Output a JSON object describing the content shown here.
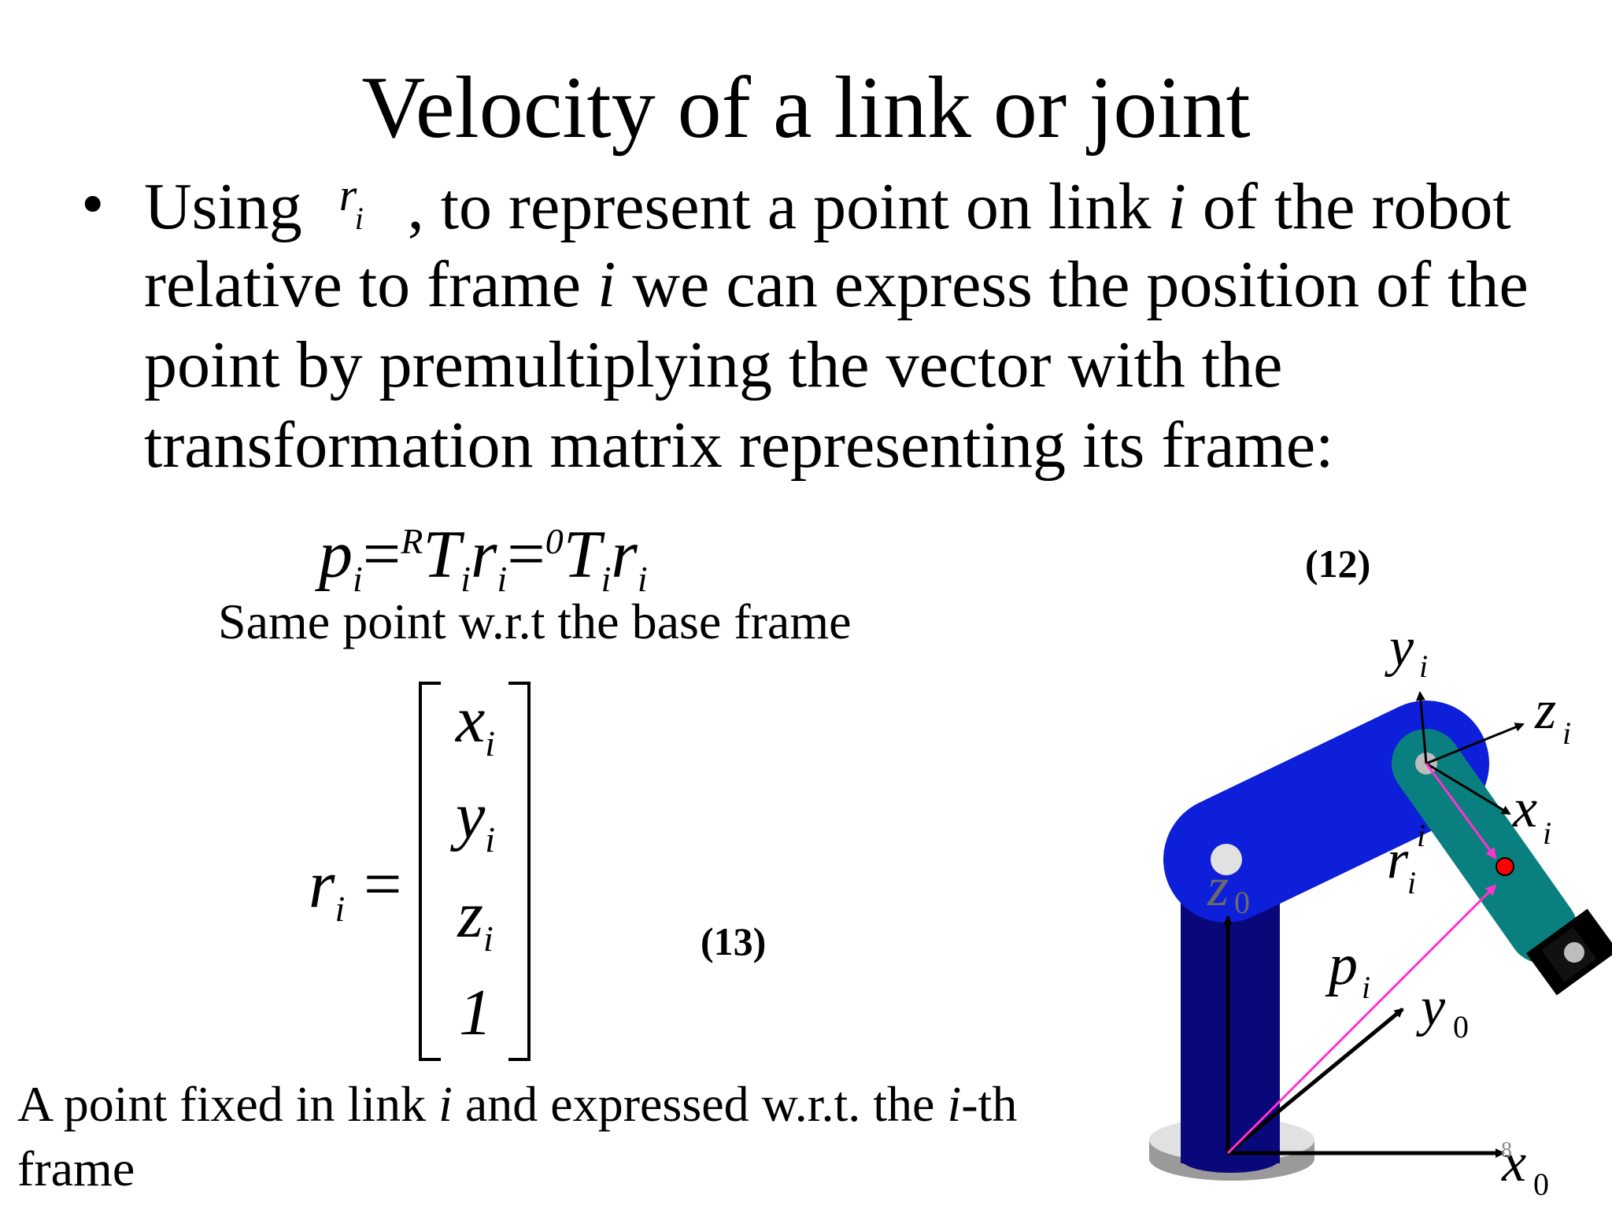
{
  "slide": {
    "title": "Velocity of a link or joint",
    "bullet": {
      "symbol": "•",
      "line1_pre": "Using ",
      "line1_symbol_r": "r",
      "line1_symbol_sub": "i",
      "line1_post_a": " , to represent a point on link ",
      "line1_i": "i",
      "line1_post_b": " of the robot",
      "line2_pre": "relative to frame ",
      "line2_i": "i",
      "line2_post": " we can express the position of the",
      "line3": "point by premultiplying the vector with the",
      "line4": "transformation matrix representing its frame:"
    },
    "equation12": {
      "p": "p",
      "sub_i": "i",
      "eq": "=",
      "sup_R": "R",
      "T": "T",
      "r": "r",
      "sup_0": "0",
      "number": "(12)"
    },
    "caption_base": "Same point w.r.t the base frame",
    "equation13": {
      "lhs_r": "r",
      "lhs_sub": "i",
      "eq": "=",
      "x": "x",
      "y": "y",
      "z": "z",
      "sub": "i",
      "one": "1",
      "number": "(13)"
    },
    "caption_bottom": {
      "pre": "A point fixed in link ",
      "i1": "i",
      "mid": " and expressed w.r.t. the ",
      "i2": "i",
      "post": "-th",
      "line2": "frame"
    },
    "page_number": "8",
    "diagram": {
      "labels": {
        "y_i": "y",
        "z_i": "z",
        "x_i": "x",
        "sub_i": "i",
        "r_main": "r",
        "r_sup": "i",
        "r_sub": "i",
        "p": "p",
        "p_sub": "i",
        "z0": "z",
        "y0": "y",
        "x0": "x",
        "sub_0": "0"
      },
      "colors": {
        "column": "#08087a",
        "upper_arm": "#0d1fd8",
        "forearm": "#0a7f7f",
        "base_top": "#e1e1e1",
        "base_side": "#9a9a9a",
        "vector": "#ff33cc",
        "point": "#ff0000",
        "axes": "#000000"
      }
    }
  }
}
